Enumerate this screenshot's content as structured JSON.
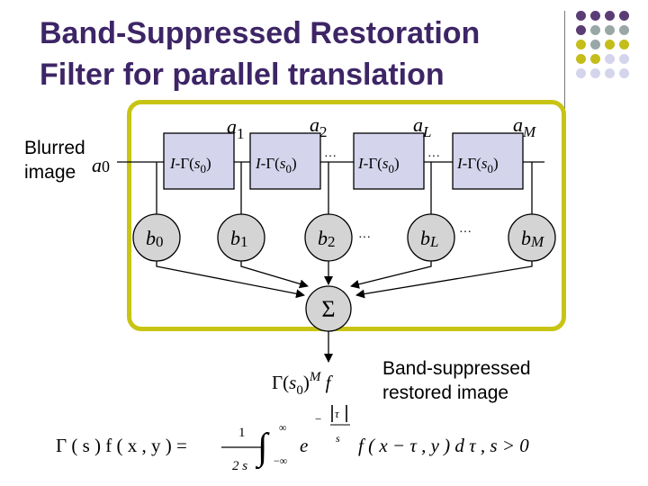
{
  "title": {
    "line1": "Band-Suppressed Restoration",
    "line2": "Filter for parallel translation"
  },
  "input_label": {
    "line1": "Blurred",
    "line2": "image",
    "symbol": "a",
    "subscript": "0"
  },
  "output_label": {
    "line1": "Band-suppressed",
    "line2": "restored image"
  },
  "filter_blocks": [
    {
      "text_prefix": "I-Γ(",
      "var": "s",
      "sub": "0",
      "suffix": ")"
    },
    {
      "text_prefix": "I-Γ(",
      "var": "s",
      "sub": "0",
      "suffix": ")"
    },
    {
      "text_prefix": "I-Γ(",
      "var": "s",
      "sub": "0",
      "suffix": ")"
    },
    {
      "text_prefix": "I-Γ(",
      "var": "s",
      "sub": "0",
      "suffix": ")"
    }
  ],
  "a_labels": [
    {
      "symbol": "a",
      "sub": "1"
    },
    {
      "symbol": "a",
      "sub": "2"
    },
    {
      "symbol": "a",
      "sub": "L"
    },
    {
      "symbol": "a",
      "sub": "M"
    }
  ],
  "b_nodes": [
    {
      "symbol": "b",
      "sub": "0"
    },
    {
      "symbol": "b",
      "sub": "1"
    },
    {
      "symbol": "b",
      "sub": "2"
    },
    {
      "symbol": "b",
      "sub": "L"
    },
    {
      "symbol": "b",
      "sub": "M"
    }
  ],
  "ellipsis": "···",
  "sum_symbol": "Σ",
  "output_expr": {
    "prefix": "Γ(",
    "var": "s",
    "sub": "0",
    "close": ")",
    "sup": "M",
    "tail": " f"
  },
  "formula": {
    "lhs": "Γ ( s ) f ( x , y ) =",
    "frac_num": "1",
    "frac_den": "2 s",
    "integral": "∫",
    "upper": "∞",
    "lower": "−∞",
    "exp_base": "e",
    "exp_sign": "−",
    "exp_num": "τ",
    "exp_den": "s",
    "rest": "f ( x − τ , y ) d τ ,  s > 0"
  },
  "colors": {
    "title": "#3d2566",
    "frame": "#c8c414",
    "block_fill": "#d4d4ec",
    "node_fill": "#d4d4d4"
  }
}
